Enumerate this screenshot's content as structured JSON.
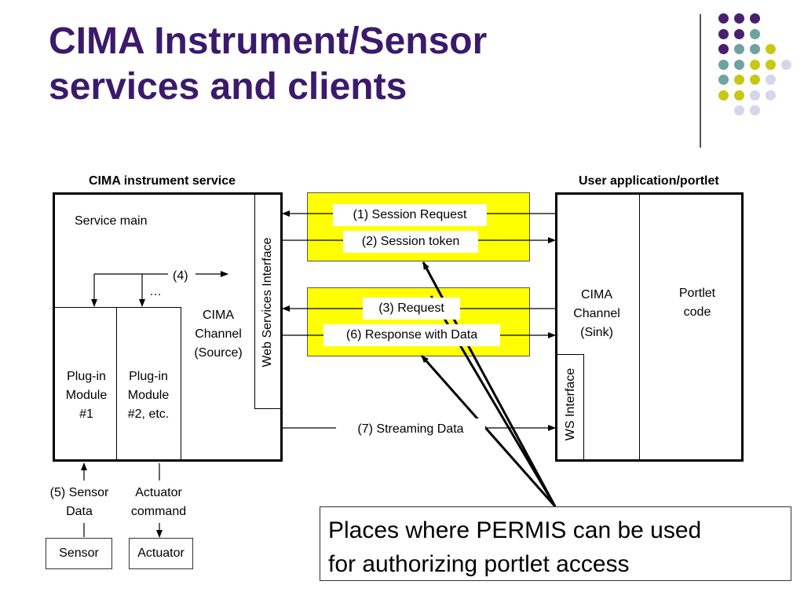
{
  "slide": {
    "title_line1": "CIMA Instrument/Sensor",
    "title_line2": "services and clients",
    "title_color": "#3b1a6b"
  },
  "decoration": {
    "dot_colors": [
      "#4a1f6e",
      "#6fa3a0",
      "#c8c814",
      "#d6d6ea"
    ]
  },
  "instrument_service": {
    "header": "CIMA instrument service",
    "service_main": "Service main",
    "step4": "(4)",
    "ellipsis": "…",
    "channel_line1": "CIMA",
    "channel_line2": "Channel",
    "channel_line3": "(Source)",
    "ws_interface": "Web Services Interface",
    "plugin1_line1": "Plug-in",
    "plugin1_line2": "Module",
    "plugin1_line3": "#1",
    "plugin2_line1": "Plug-in",
    "plugin2_line2": "Module",
    "plugin2_line3": "#2, etc."
  },
  "user_app": {
    "header": "User application/portlet",
    "channel_line1": "CIMA",
    "channel_line2": "Channel",
    "channel_line3": "(Sink)",
    "portlet_line1": "Portlet",
    "portlet_line2": "code",
    "ws_interface": "WS Interface"
  },
  "messages": {
    "m1": "(1) Session Request",
    "m2": "(2) Session token",
    "m3": "(3) Request",
    "m6": "(6) Response with Data",
    "m7": "(7) Streaming Data",
    "highlight_color": "#ffff00"
  },
  "devices": {
    "sensor_data_line1": "(5) Sensor",
    "sensor_data_line2": "Data",
    "actuator_cmd_line1": "Actuator",
    "actuator_cmd_line2": "command",
    "sensor": "Sensor",
    "actuator": "Actuator"
  },
  "callout": {
    "line1": "Places where PERMIS can be used",
    "line2": "for authorizing portlet access"
  }
}
